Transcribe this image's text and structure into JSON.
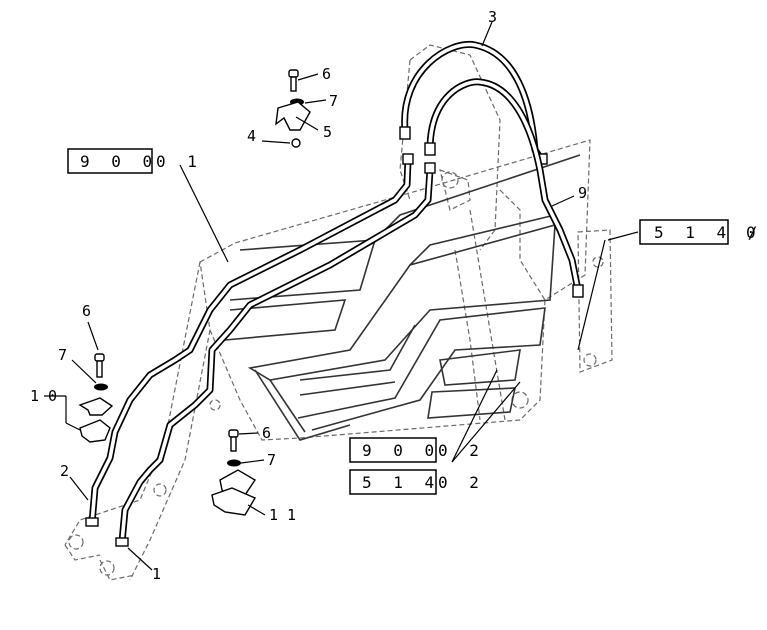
{
  "callouts": {
    "c1": "1",
    "c2": "2",
    "c3": "3",
    "c4": "4",
    "c5": "5",
    "c6a": "6",
    "c6b": "6",
    "c6c": "6",
    "c7a": "7",
    "c7b": "7",
    "c7c": "7",
    "c9": "9",
    "c10": "1 0",
    "c11": "1 1"
  },
  "references": {
    "r900_01": {
      "main": "9 0 0",
      "suffix": "0 1"
    },
    "r514_0": {
      "main": "5 1 4 /",
      "suffix": "0"
    },
    "r900_02": {
      "main": "9 0 0",
      "suffix": "0 2"
    },
    "r514_02": {
      "main": "5 1 4",
      "suffix": "0 2"
    }
  }
}
